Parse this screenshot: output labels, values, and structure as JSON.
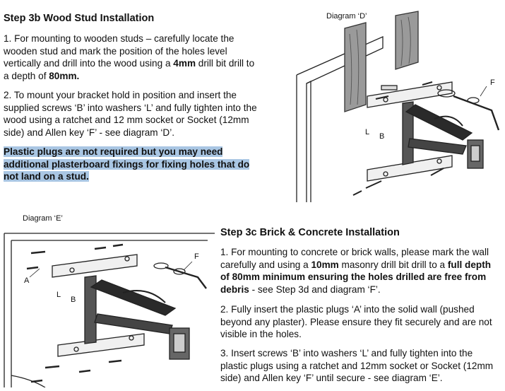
{
  "step3b": {
    "title": "Step 3b Wood Stud Installation",
    "p1": [
      "1. For mounting to wooden studs – carefully locate the wooden stud and mark the position of the holes level vertically and drill into the wood using a ",
      "4mm",
      " drill bit drill to a depth of ",
      "80mm."
    ],
    "p2": "2. To mount your bracket hold in position and insert the supplied screws ‘B’ into washers ‘L’ and fully tighten into the wood using a ratchet and 12 mm socket or Socket (12mm side) and Allen key ‘F’ - see diagram ‘D’.",
    "note": "Plastic plugs are not required but you may need additional plasterboard fixings for fixing holes that do not land on a stud."
  },
  "diagramD": {
    "caption": "Diagram ‘D’",
    "labels": [
      "F",
      "L",
      "B"
    ]
  },
  "diagramE": {
    "caption": "Diagram ‘E’",
    "labels": [
      "A",
      "L",
      "B",
      "F"
    ]
  },
  "step3c": {
    "title": "Step 3c Brick & Concrete Installation",
    "p1": [
      "1. For mounting to concrete or brick walls, please mark the wall carefully and using a ",
      "10mm",
      " masonry drill bit drill to a ",
      "full depth of 80mm minimum ensuring the holes drilled are free from debris",
      " - see Step 3d and diagram ‘F’."
    ],
    "p2": "2. Fully insert the plastic plugs ‘A’ into the solid wall (pushed beyond any plaster). Please ensure they fit securely and are not visible in the holes.",
    "p3": "3. Insert screws ‘B’ into washers ‘L’ and fully tighten into the plastic plugs using a ratchet and 12mm socket or Socket (12mm side) and Allen key ‘F’ until secure - see diagram ‘E’."
  }
}
